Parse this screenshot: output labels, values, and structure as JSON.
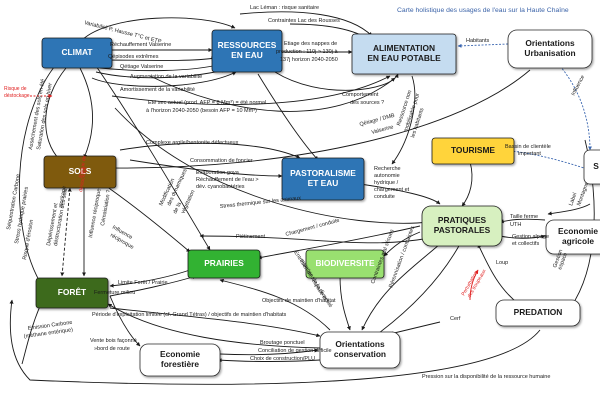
{
  "title": "Carte holistique des usages de l'eau sur la Haute Chaîne",
  "colors": {
    "blue": "#2e74b5",
    "lightblue": "#c5dcf0",
    "brown": "#7f5a0d",
    "yellow": "#ffd43a",
    "darkgreen": "#3e6b1d",
    "green": "#33b233",
    "lightgreen": "#99e070",
    "palegreen": "#d7f0c0",
    "white": "#ffffff",
    "red": "#e02020"
  },
  "nodes": [
    {
      "id": "climat",
      "lines": [
        "CLIMAT"
      ],
      "fill": "blue",
      "text": "#ffffff"
    },
    {
      "id": "ressources",
      "lines": [
        "RESSOURCES",
        "EN EAU"
      ],
      "fill": "blue",
      "text": "#ffffff"
    },
    {
      "id": "alimentation",
      "lines": [
        "ALIMENTATION",
        "EN EAU POTABLE"
      ],
      "fill": "lightblue",
      "text": "#1a1a1a"
    },
    {
      "id": "urbanisation",
      "lines": [
        "Orientations",
        "Urbanisation"
      ],
      "fill": "white",
      "text": "#1a1a1a"
    },
    {
      "id": "sols",
      "lines": [
        "SOLS"
      ],
      "fill": "brown",
      "text": "#ffffff"
    },
    {
      "id": "pastoralisme",
      "lines": [
        "PASTORALISME",
        "ET EAU"
      ],
      "fill": "blue",
      "text": "#ffffff"
    },
    {
      "id": "tourisme",
      "lines": [
        "TOURISME"
      ],
      "fill": "yellow",
      "text": "#1a1a1a"
    },
    {
      "id": "s_cut",
      "lines": [
        "S"
      ],
      "fill": "white",
      "text": "#1a1a1a"
    },
    {
      "id": "prairies",
      "lines": [
        "PRAIRIES"
      ],
      "fill": "green",
      "text": "#ffffff"
    },
    {
      "id": "biodiversite",
      "lines": [
        "BIODIVERSITE"
      ],
      "fill": "lightgreen",
      "text": "#ffffff"
    },
    {
      "id": "pratiques",
      "lines": [
        "PRATIQUES",
        "PASTORALES"
      ],
      "fill": "palegreen",
      "text": "#1a1a1a"
    },
    {
      "id": "economie_agricole",
      "lines": [
        "Economie",
        "agricole"
      ],
      "fill": "white",
      "text": "#1a1a1a"
    },
    {
      "id": "foret",
      "lines": [
        "FORÊT"
      ],
      "fill": "darkgreen",
      "text": "#ffffff"
    },
    {
      "id": "predation",
      "lines": [
        "PREDATION"
      ],
      "fill": "white",
      "text": "#1a1a1a"
    },
    {
      "id": "conservation",
      "lines": [
        "Orientations",
        "conservation"
      ],
      "fill": "white",
      "text": "#1a1a1a"
    },
    {
      "id": "economie_forestiere",
      "lines": [
        "Economie",
        "forestière"
      ],
      "fill": "white",
      "text": "#1a1a1a"
    }
  ],
  "labels": [
    "Lac Léman : risque sanitaire",
    "Variabilité P, Hausse T°C et ETP",
    "Contraintes Lac des Rousses",
    "Réchauffement Valserine",
    "Etiage des nappes de",
    "production : 110j > 130j à",
    "137j horizon 2040-2050",
    "Habitants",
    "Qépisodes extrêmes",
    "Qétiage Valserine",
    "Augmentation de la variabilité",
    "Amortissement de la variabilité",
    "Comportement",
    "des sources ?",
    "Eté sec actuel (prod. AFP = 8 Mm³) = été normal",
    "à l'horizon 2040-2050 (besoin AFP = 10 Mm³)",
    "Qétiage / DMB",
    "Valserine",
    "Ressource non",
    "mobilisable pour",
    "les habitants",
    "Complexe argile/bentonite défectueux",
    "Consommation de foncier",
    "Bassin de clientèle",
    "important",
    "Influence",
    "Evaporation goya",
    "Réchauffement de l'eau >",
    "dév. cyanobactéries",
    "Recherche",
    "autonomie",
    "hydrique /",
    "chargement et",
    "conduite",
    "Stress thermique sur les animaux",
    "Risque de",
    "déstockage",
    "Séquestration Carbone",
    "Assèchement des sols en été",
    "Saturation des sols en hiver",
    "Stress hydrique prairies",
    "Dépérissement et",
    "déstructuration des sols",
    "Risque d'érosion",
    "Influence réciproque",
    "Cémaisiation ?",
    "Modification",
    "des dynamiques",
    "de la",
    "végétation",
    "Influence",
    "réciproque",
    "Taille ferme",
    "UTH",
    "Gestion alpage",
    "et collectifs",
    "Gestion",
    "espace",
    "Limite Forêt / Prairie",
    "Fermeture milieu",
    "Piétinement",
    "Chargement / conduite",
    "Entretien de l'espace et",
    "maintien de la diversité",
    "Contraintes mal sécuès",
    "Pérennisation / contraintes",
    "Loup",
    "Cerf",
    "Période d'exploitation limitée (cf. Grand Tétras) / objectifs de maintien d'habitats",
    "Objectifs de maintien d'habitat",
    "Vente bois façonné",
    "»bord de route",
    "Broutage ponctuel",
    "Conciliation de gestion difficile",
    "Choix de construction/PLU",
    "Pression sur la disponibilité de la ressource humaine",
    "Emission Carbone",
    "(méthane entérique)",
    "Label",
    "Montagne",
    "Perturbation",
    "des troupeaux",
    "Risque de",
    "déstockage",
    "stockage"
  ]
}
